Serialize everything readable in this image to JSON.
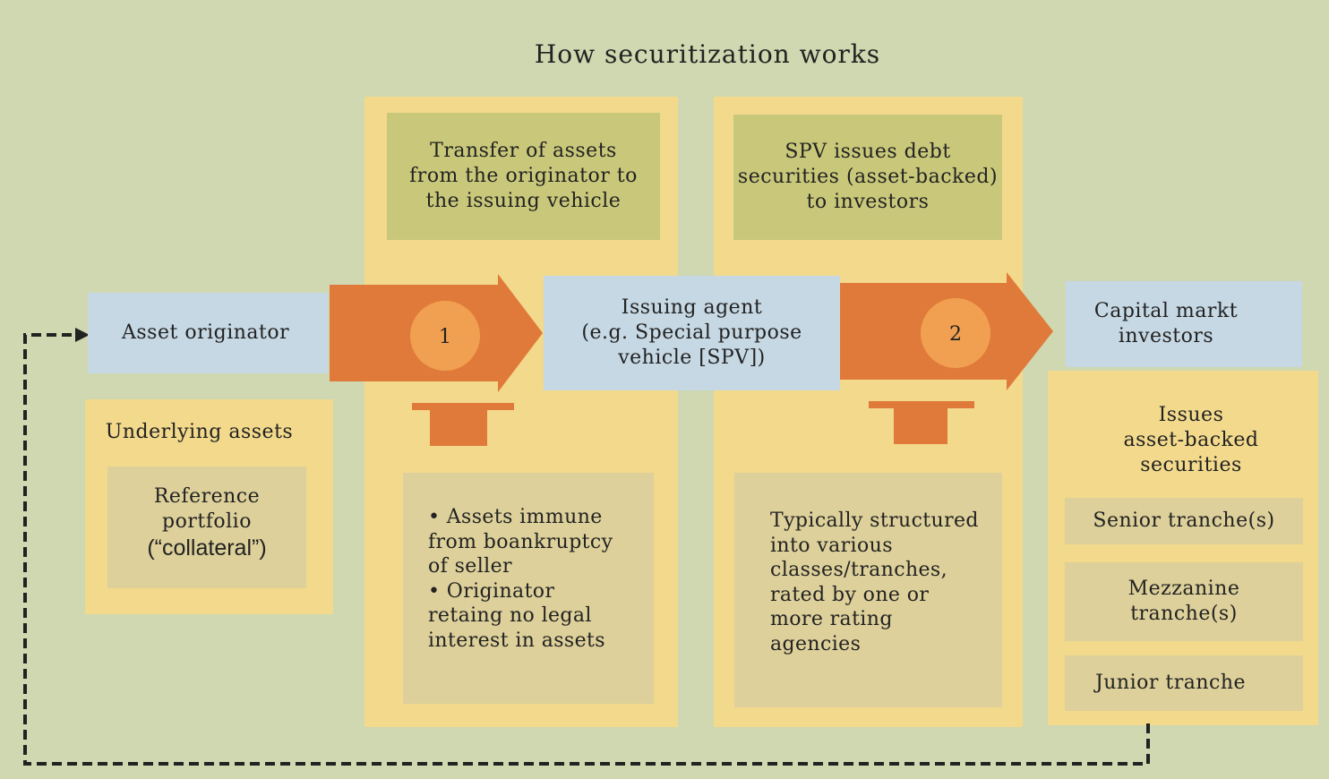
{
  "title": "How securitization works",
  "boxes": {
    "transfer": "Transfer of assets\nfrom the originator to\nthe issuing vehicle",
    "spv_issues": "SPV  issues debt\nsecurities (asset-backed)\nto investors",
    "asset_originator": "Asset originator",
    "issuing_agent": "Issuing agent\n(e.g. Special purpose\nvehicle [SPV])",
    "capital_market": "Capital markt\ninvestors",
    "underlying_assets": "Underlying assets",
    "reference_portfolio": "Reference\nportfolio",
    "collateral": "(“collateral”)",
    "assets_immune": "• Assets immune\nfrom boankruptcy\nof seller\n• Originator\nretaing no legal\ninterest in assets",
    "typically_structured": "Typically structured\ninto various\nclasses/tranches,\nrated by one or\nmore rating\nagencies",
    "issues_abs": "Issues\nasset-backed\nsecurities",
    "senior": "Senior tranche(s)",
    "mezzanine": "Mezzanine\ntranche(s)",
    "junior": "Junior tranche"
  },
  "steps": {
    "step1": "1",
    "step2": "2"
  },
  "colors": {
    "background": "#cfd8b0",
    "panel": "#f2d98c",
    "olive_box": "#c9c87a",
    "tan_box": "#ddd09a",
    "blue_box": "#c6d8e4",
    "arrow": "#e07a3a",
    "circle": "#f0a050",
    "dashed_line": "#222222"
  }
}
